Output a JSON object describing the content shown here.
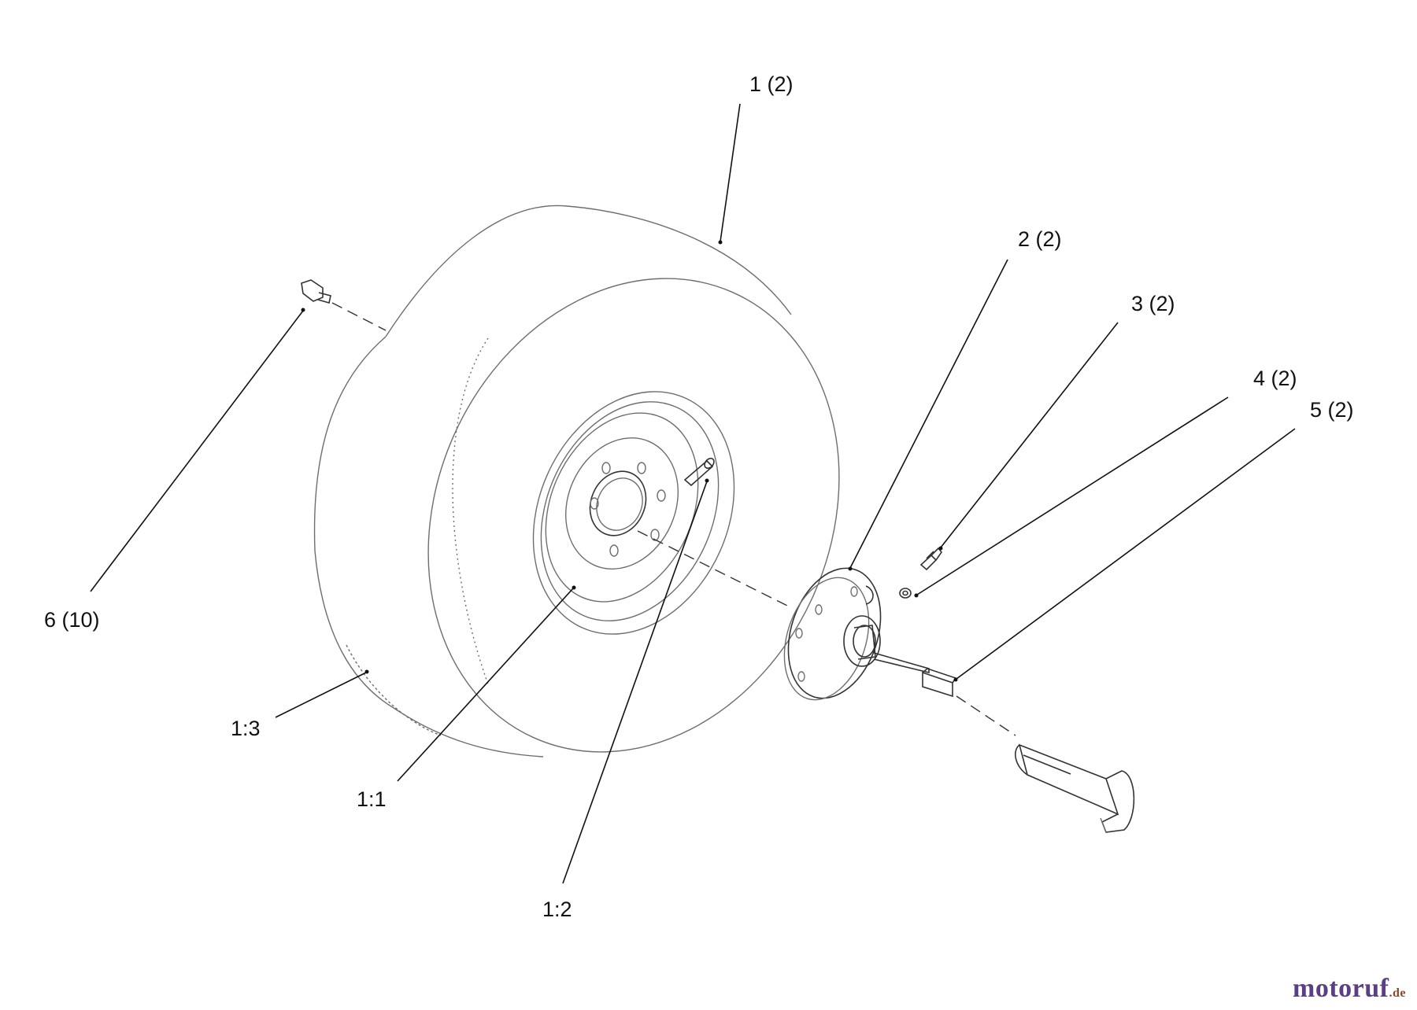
{
  "callouts": {
    "tire": "1 (2)",
    "hub": "2 (2)",
    "screw": "3 (2)",
    "nut": "4 (2)",
    "key": "5 (2)",
    "lug_bolt": "6 (10)",
    "wheel_rim": "1:1",
    "valve_stem": "1:2",
    "tire_casing": "1:3"
  },
  "watermark": {
    "brand": "motoruf",
    "tld": ".de"
  }
}
